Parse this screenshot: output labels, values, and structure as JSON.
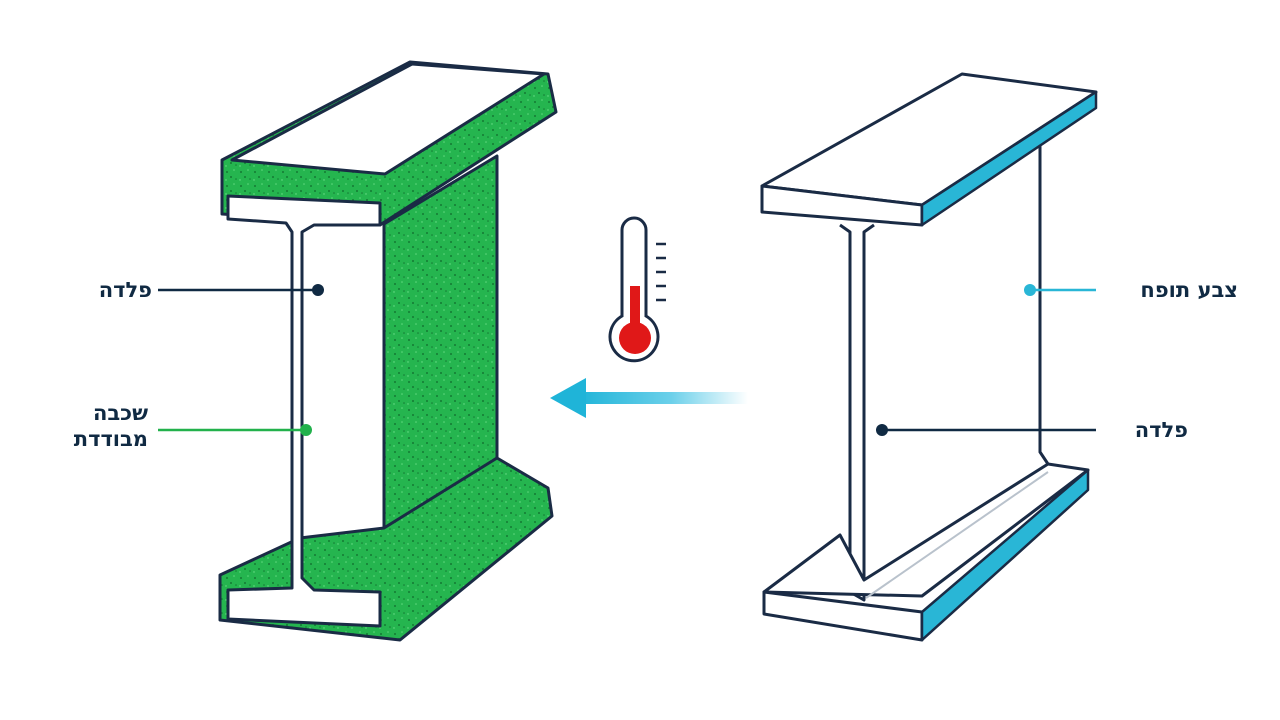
{
  "left_beam": {
    "callouts": {
      "steel": "פלדה",
      "insulating_layer": [
        "שכבה",
        "מבודדת"
      ]
    }
  },
  "right_beam": {
    "callouts": {
      "intumescent_paint": "צבע תופח",
      "steel": "פלדה"
    }
  },
  "colors": {
    "outline": "#1a2b45",
    "insulation_green": "#22b14c",
    "paint_cyan": "#29b6d6",
    "arrow_cyan": "#1fb4d8",
    "thermometer_red": "#e01818",
    "label_navy": "#102a43"
  },
  "icons": [
    "thermometer-icon",
    "arrow-left-icon"
  ]
}
